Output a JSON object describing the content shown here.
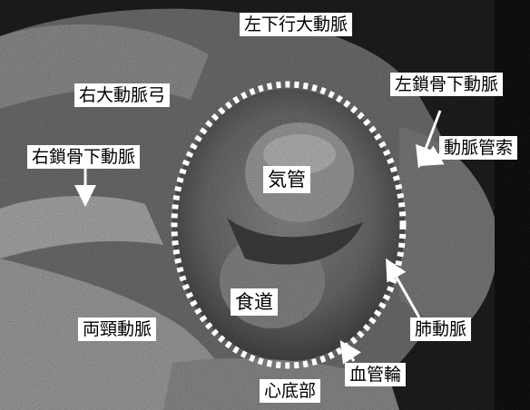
{
  "figure": {
    "labels": {
      "left_descending_aorta": "左下行大動脈",
      "right_aortic_arch": "右大動脈弓",
      "left_subclavian_artery": "左鎖骨下動脈",
      "right_subclavian_artery": "右鎖骨下動脈",
      "ductal_ligament": "動脈管索",
      "trachea": "気管",
      "esophagus": "食道",
      "bicarotid_trunk": "両頸動脈",
      "pulmonary_artery": "肺動脈",
      "vascular_ring": "血管輪",
      "cardiac_base": "心底部"
    }
  }
}
